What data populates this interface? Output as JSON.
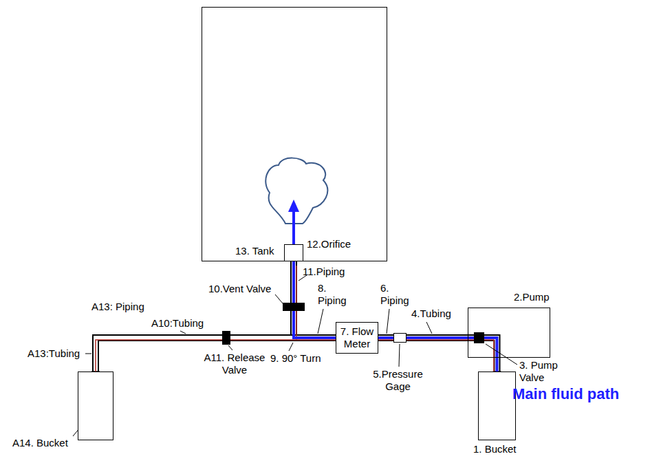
{
  "diagram": {
    "nodes": [
      {
        "text": [
          "13. Tank"
        ]
      },
      {
        "text": [
          "12.Orifice"
        ]
      },
      {
        "text": [
          "2.Pump"
        ]
      },
      {
        "text": [
          "1. Bucket"
        ]
      },
      {
        "text": [
          "5.Pressure Gage"
        ]
      },
      {
        "text": [
          "7. Flow Meter"
        ]
      },
      {
        "text": [
          "A14. Bucket"
        ]
      }
    ],
    "edges": [
      {
        "from": 3,
        "to": 4,
        "arrow": "none"
      },
      {
        "from": 4,
        "to": 5,
        "arrow": "none"
      },
      {
        "from": 5,
        "to": 1,
        "arrow": "none"
      },
      {
        "from": 5,
        "to": 6,
        "arrow": "none"
      }
    ],
    "labels": [
      "11.Piping",
      "10.Vent Valve",
      "8. Piping",
      "6. Piping",
      "4.Tubing",
      "A13: Piping",
      "A10:Tubing",
      "A13:Tubing",
      "A11. Release Valve",
      "9. 90° Turn",
      "3. Pump Valve",
      "Main fluid path"
    ]
  }
}
